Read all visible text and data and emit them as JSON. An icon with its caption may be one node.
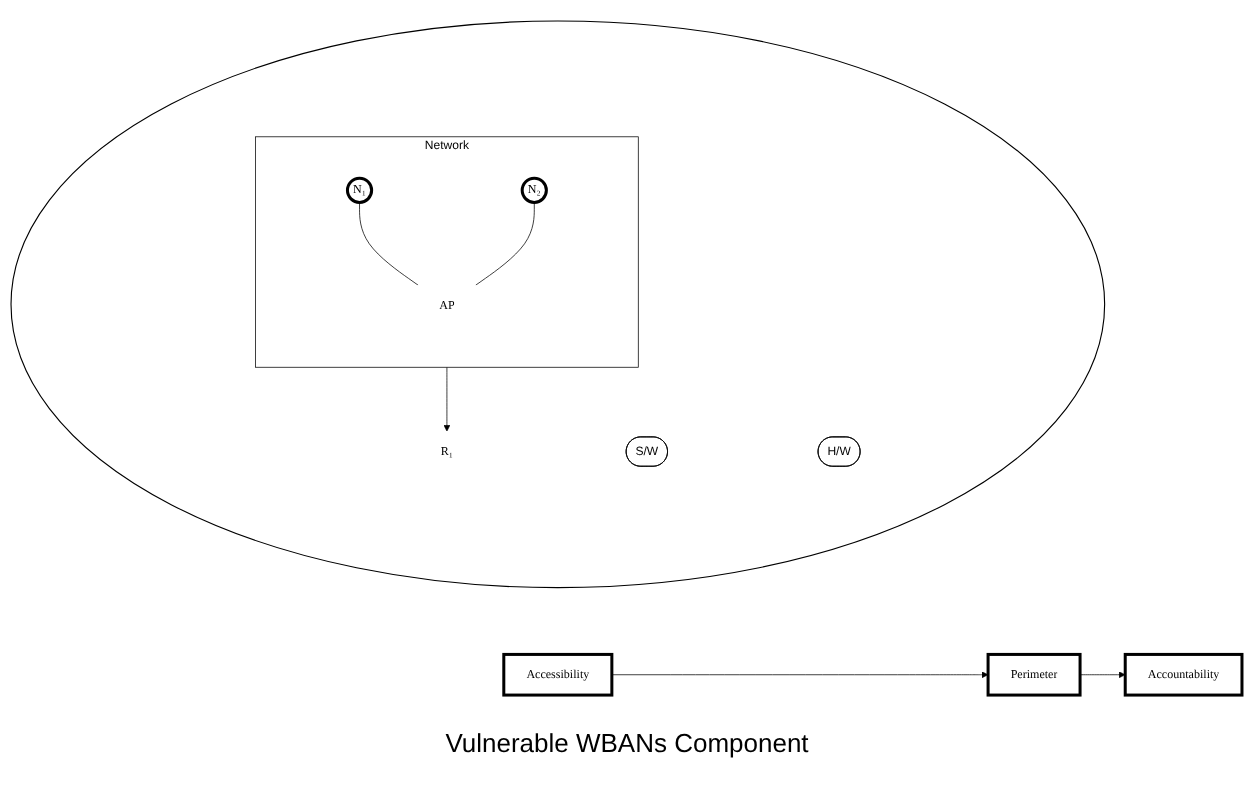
{
  "diagram": {
    "caption": "Vulnerable WBANs Component",
    "nodes": [
      {
        "text": [],
        "shape": "circle"
      },
      {
        "text": [
          "S/W"
        ],
        "in": 0
      },
      {
        "text": [
          "H/W"
        ],
        "in": 0
      },
      {
        "text": [
          "Network"
        ],
        "in": 0
      },
      {
        "text": [
          "N₁"
        ],
        "in": 3
      },
      {
        "text": [
          "N₂"
        ],
        "in": 3
      },
      {
        "text": [
          "AP"
        ],
        "in": 3
      },
      {
        "text": [
          "R₁"
        ],
        "in": 0
      },
      {
        "text": [
          "Perimeter"
        ]
      },
      {
        "text": [
          "Accountability"
        ]
      },
      {
        "text": [
          "Accessibility"
        ]
      }
    ],
    "edges": [
      {
        "from": 3,
        "to": 7,
        "arrow": "to"
      },
      {
        "from": 4,
        "to": 6,
        "arrow": "none"
      },
      {
        "from": 5,
        "to": 6,
        "arrow": "none"
      },
      {
        "from": 8,
        "to": 9,
        "arrow": "to"
      },
      {
        "from": 10,
        "to": 8,
        "arrow": "to"
      }
    ]
  }
}
